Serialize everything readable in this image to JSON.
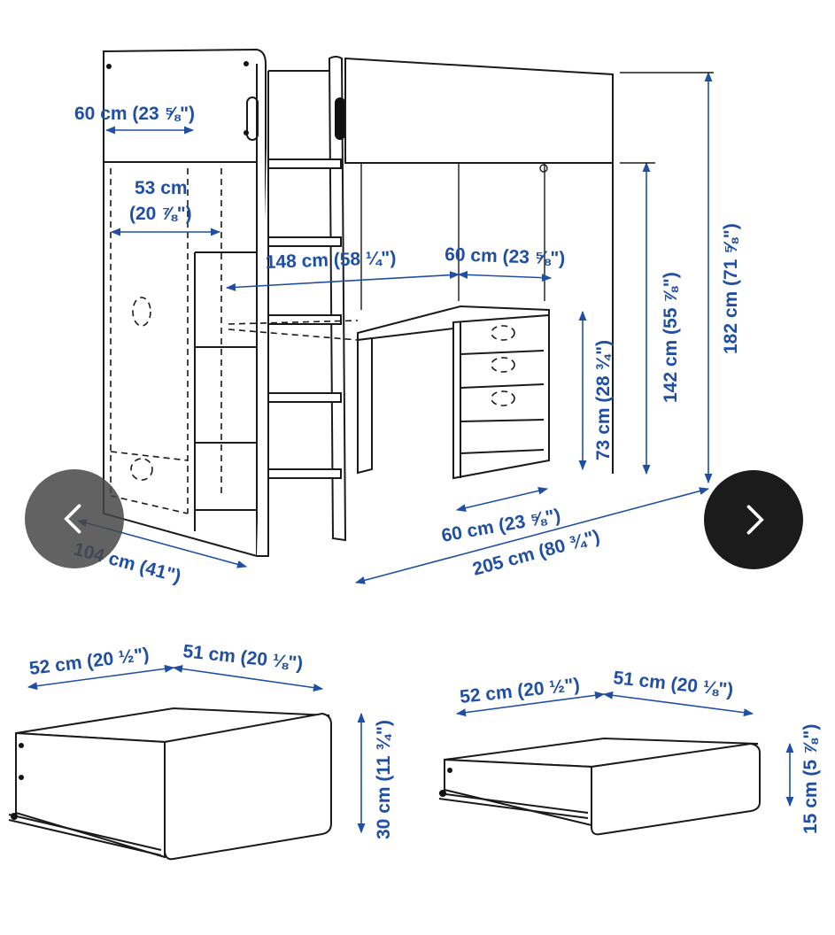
{
  "colors": {
    "dimension": "#1f4fa3",
    "line": "#1a1a1a",
    "nav_prev_bg": "#464646",
    "nav_next_bg": "#1b1b1b"
  },
  "loft_bed": {
    "dims": {
      "wardrobe_width": "60 cm (23 ⅝\")",
      "wardrobe_inner": [
        "53 cm",
        "(20 ⅞\")"
      ],
      "desk_length": "148 cm (58 ¼\")",
      "desk_upper_width": "60 cm (23 ⅝\")",
      "desk_height": "73 cm (28 ¾\")",
      "clearance": "142 cm (55 ⅞\")",
      "total_height": "182 cm (71 ⅝\")",
      "desk_depth": "60 cm (23 ⅝\")",
      "total_length": "205 cm (80 ¾\")",
      "total_depth": "104 cm (41\")"
    }
  },
  "drawer_large": {
    "dims": {
      "width_a": "52 cm (20 ½\")",
      "width_b": "51 cm (20 ⅛\")",
      "height": "30 cm (11 ¾\")"
    }
  },
  "drawer_small": {
    "dims": {
      "width_a": "52 cm (20 ½\")",
      "width_b": "51 cm (20 ⅛\")",
      "height": "15 cm (5 ⅞\")"
    }
  },
  "nav": {
    "prev_icon": "chevron-left-icon",
    "next_icon": "chevron-right-icon"
  }
}
